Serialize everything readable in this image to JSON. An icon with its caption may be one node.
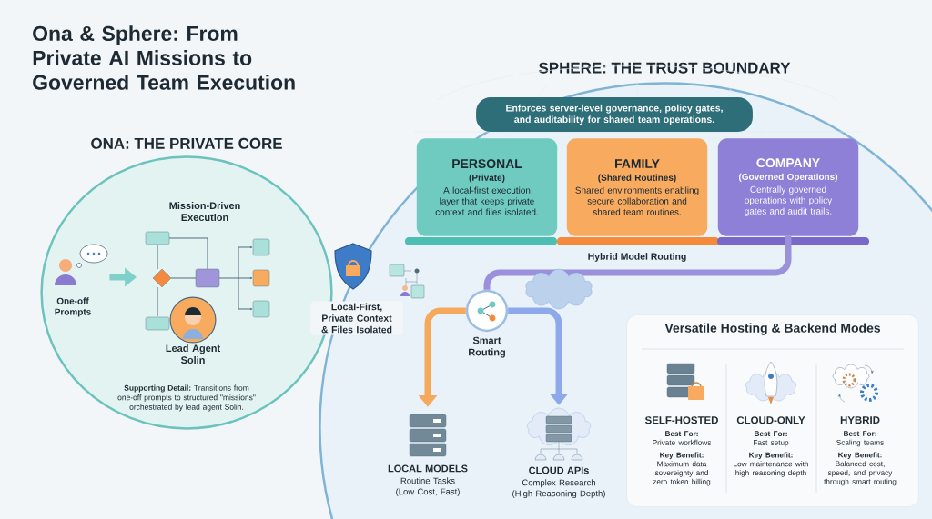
{
  "diagram": {
    "title": "Ona & Sphere: From Private AI Missions to Governed Team Execution",
    "nodes": [
      {
        "text": [
          "ONA: THE PRIVATE CORE"
        ]
      },
      {
        "text": [
          "One-off Prompts"
        ],
        "in": 0
      },
      {
        "text": [
          "Mission-Driven Execution"
        ],
        "in": 0
      },
      {
        "text": [
          "Lead Agent Solin"
        ],
        "in": 0
      },
      {
        "text": [
          "Local-First, Private Context & Files Isolated"
        ]
      },
      {
        "text": [
          "SPHERE: THE TRUST BOUNDARY"
        ]
      },
      {
        "text": [
          "Enforces server-level governance, policy gates, and auditability for shared team operations."
        ],
        "in": 5
      },
      {
        "text": [
          "PERSONAL",
          "(Private)",
          "A local-first execution layer that keeps private context and files isolated."
        ],
        "in": 5
      },
      {
        "text": [
          "FAMILY",
          "(Shared Routines)",
          "Shared environments enabling secure collaboration and shared team routines."
        ],
        "in": 5
      },
      {
        "text": [
          "COMPANY",
          "(Governed Operations)",
          "Centrally governed operations with policy gates and audit trails."
        ],
        "in": 5
      },
      {
        "text": [
          "Smart Routing"
        ],
        "in": 5
      },
      {
        "text": [
          "LOCAL MODELS",
          "Routine Tasks (Low Cost, Fast)"
        ],
        "in": 5
      },
      {
        "text": [
          "CLOUD APIs",
          "Complex Research (High Reasoning Depth)"
        ],
        "in": 5
      },
      {
        "text": [
          "Versatile Hosting & Backend Modes"
        ],
        "in": 5
      },
      {
        "text": [
          "SELF-HOSTED",
          "Best For:",
          "Private workflows",
          "Key Benefit:",
          "Maximum data sovereignty and zero token billing"
        ],
        "in": 13
      },
      {
        "text": [
          "CLOUD-ONLY",
          "Best For:",
          "Fast setup",
          "Key Benefit:",
          "Low maintenance with high reasoning depth"
        ],
        "in": 13
      },
      {
        "text": [
          "HYBRID",
          "Best For:",
          "Scaling teams",
          "Key Benefit:",
          "Balanced cost, speed, and privacy through smart routing"
        ],
        "in": 13
      }
    ],
    "edges": [
      {
        "from": 1,
        "to": 2,
        "arrow": "to",
        "color": "#7fd0c8"
      },
      {
        "from": 9,
        "to": 10,
        "arrow": "none",
        "color": "#9b90dc"
      },
      {
        "from": 10,
        "to": 11,
        "arrow": "to",
        "color": "#f6a95c"
      },
      {
        "from": 10,
        "to": 12,
        "arrow": "to",
        "color": "#8ea8ec"
      }
    ],
    "labels": [
      "**Supporting Detail:** Transitions from one-off prompts to structured \"missions\" orchestrated by lead agent Solin.",
      "Hybrid Model Routing"
    ]
  }
}
